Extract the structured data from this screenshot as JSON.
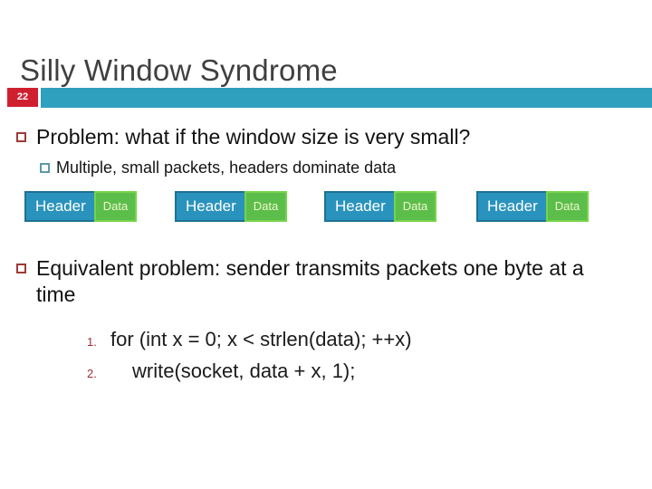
{
  "slide": {
    "title": "Silly Window Syndrome",
    "number": "22",
    "accent_color": "#2fa0bd",
    "badge_color": "#d0202f",
    "title_color": "#404040"
  },
  "bullets": [
    {
      "level": 1,
      "marker": "hollow-square-red",
      "text": "Problem: what if the window size is very small?"
    },
    {
      "level": 2,
      "marker": "hollow-square-teal",
      "text": "Multiple, small packets, headers dominate data"
    },
    {
      "level": 1,
      "marker": "hollow-square-red",
      "text": "Equivalent problem: sender transmits packets one byte at a time"
    }
  ],
  "packet_diagram": {
    "header_label": "Header",
    "data_label": "Data",
    "header_color": "#2a93bd",
    "header_border_color": "#1d7193",
    "data_color": "#5cbe4a",
    "data_border_color": "#76d44a",
    "packets": [
      {
        "header": "Header",
        "data": "Data"
      },
      {
        "header": "Header",
        "data": "Data"
      },
      {
        "header": "Header",
        "data": "Data"
      },
      {
        "header": "Header",
        "data": "Data"
      }
    ]
  },
  "code_list": [
    {
      "number": "1.",
      "code": "for (int x = 0; x < strlen(data); ++x)"
    },
    {
      "number": "2.",
      "code": "write(socket, data + x, 1);"
    }
  ]
}
